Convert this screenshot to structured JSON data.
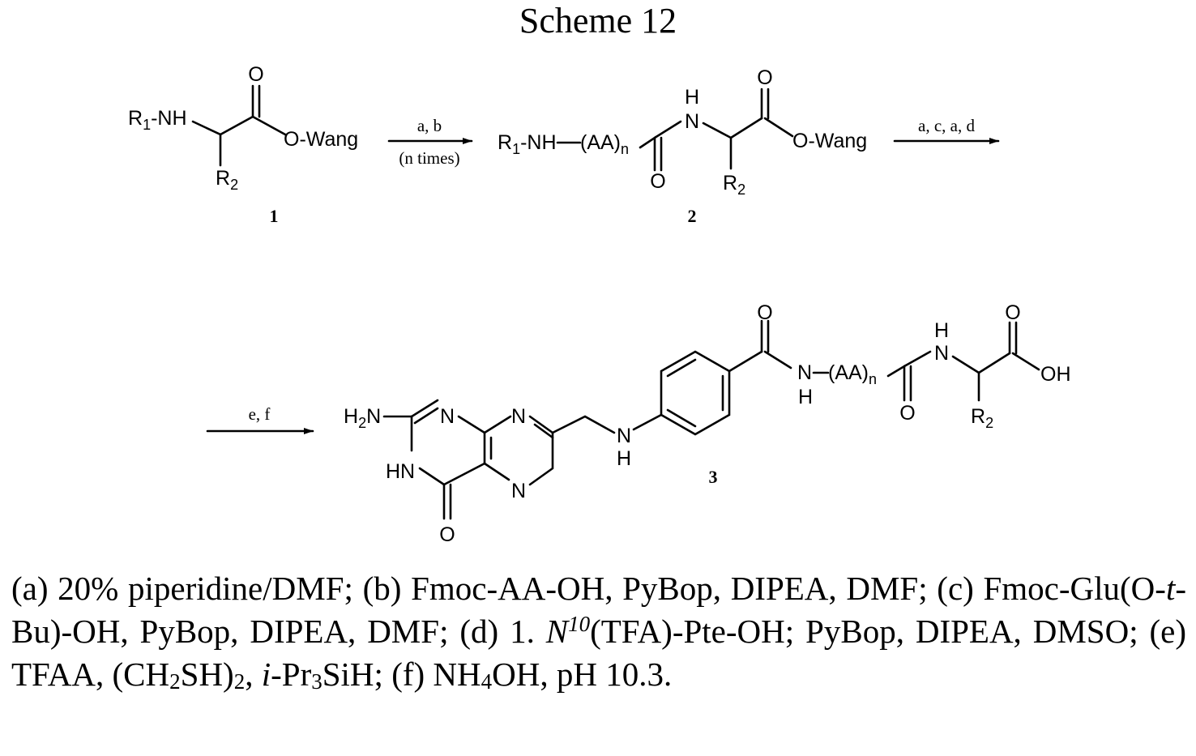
{
  "title": "Scheme 12",
  "arrows": {
    "step1_top": "a, b",
    "step1_bottom": "(n times)",
    "step2_top": "a, c, a, d",
    "step3_top": "e, f"
  },
  "compounds": {
    "c1": "1",
    "c2": "2",
    "c3": "3"
  },
  "atoms": {
    "r1nh": "R",
    "r1_sub": "1",
    "nh_suffix": "-NH",
    "o": "O",
    "owang": "O-Wang",
    "r2": "R",
    "r2_sub": "2",
    "h": "H",
    "n": "N",
    "n_h": "N",
    "aa": "(AA)",
    "aa_sub": "n",
    "r1nh_chain": "-NH",
    "nh_dash": "N",
    "oh": "OH",
    "h2n": "H",
    "h2n_sub": "2",
    "h2n_n": "N",
    "hn": "HN"
  },
  "conditions": {
    "a": "(a) 20% piperidine/DMF;",
    "b": "(b) Fmoc-AA-OH, PyBop, DIPEA, DMF;",
    "c": "(c) Fmoc-Glu(O-",
    "c_it": "t",
    "c_end": "-Bu)-OH, PyBop, DIPEA, DMF;",
    "d": "(d) 1.",
    "d_n": "N",
    "d_sup": "10",
    "d_end": "(TFA)-Pte-OH; PyBop, DIPEA, DMSO;",
    "e": "(e) TFAA, (CH",
    "e_sub1": "2",
    "e_mid": "SH)",
    "e_sub2": "2",
    "e_sep": ",",
    "e_it": "i",
    "e_pr": "-Pr",
    "e_sub3": "3",
    "e_end": "SiH;",
    "f": "(f) NH",
    "f_sub": "4",
    "f_end": "OH, pH 10.3."
  }
}
